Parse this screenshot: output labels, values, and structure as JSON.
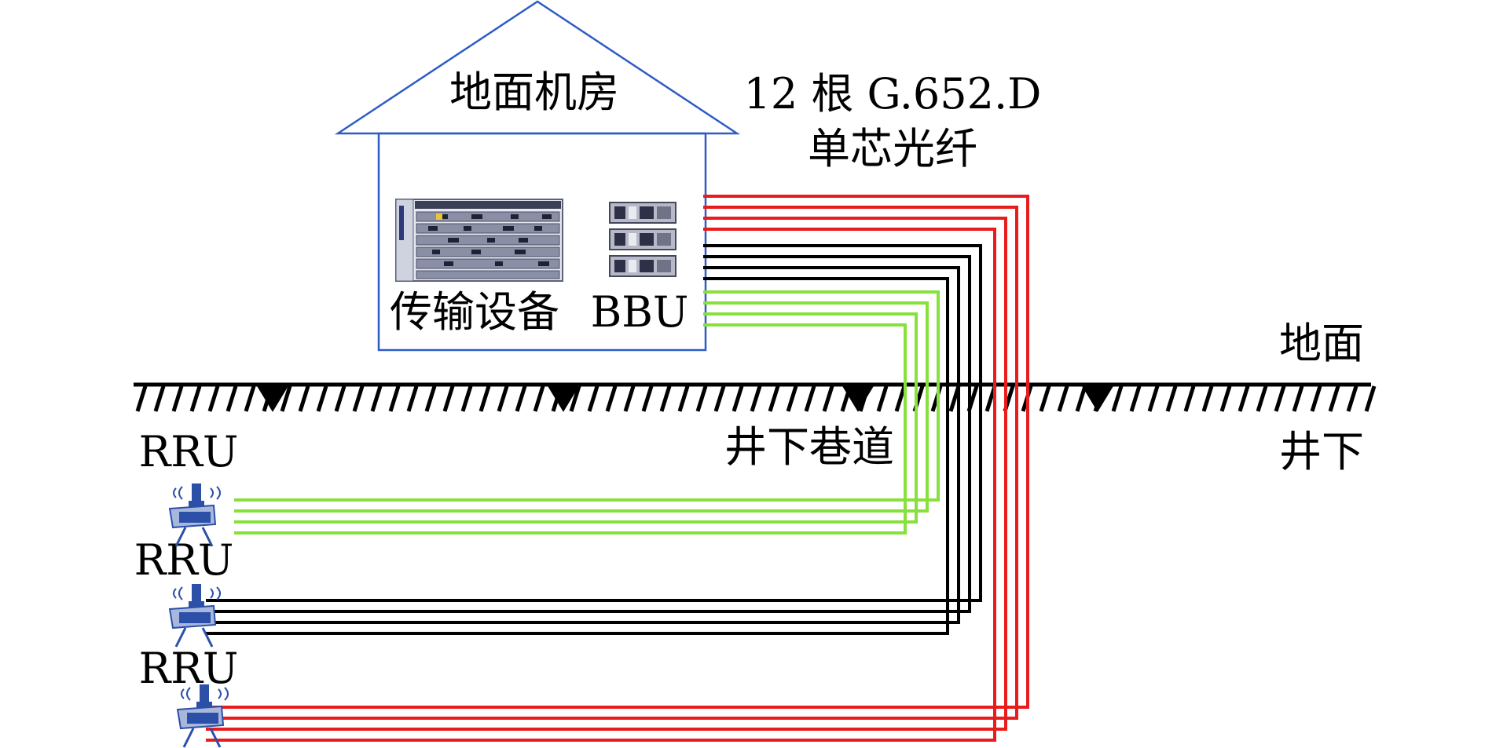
{
  "house_label": "地面机房",
  "fiber_label_line1": "12 根 G.652.D",
  "fiber_label_line2": "单芯光纤",
  "transmission_label": "传输设备",
  "bbu_label": "BBU",
  "ground_label": "地面",
  "underground_label": "井下",
  "tunnel_label": "井下巷道",
  "rru_labels": [
    "RRU",
    "RRU",
    "RRU"
  ],
  "colors": {
    "house_outline": "#2f5cc4",
    "fiber_red": "#e81c1c",
    "fiber_black": "#000000",
    "fiber_green": "#88e03c",
    "ground": "#000000",
    "rru_icon": "#2c4fa8"
  },
  "icons": {
    "transmission": "transmission-rack-icon",
    "bbu": "bbu-unit-icon",
    "rru": "rru-antenna-icon"
  },
  "fiber_groups": [
    {
      "color": "red",
      "fibers": 4,
      "rru_index": 2
    },
    {
      "color": "black",
      "fibers": 4,
      "rru_index": 1
    },
    {
      "color": "green",
      "fibers": 4,
      "rru_index": 0
    }
  ]
}
